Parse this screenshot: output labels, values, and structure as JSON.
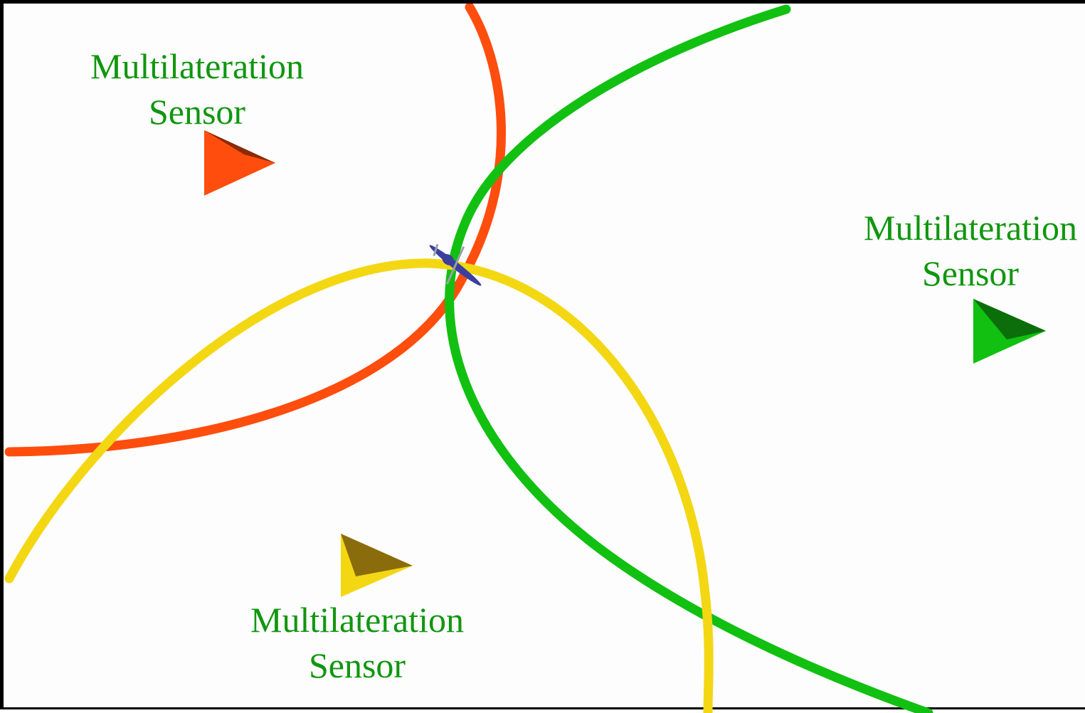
{
  "sensors": [
    {
      "id": "orange",
      "label_line1": "Multilateration",
      "label_line2": "Sensor",
      "color": "#ff4d0d",
      "shade": "#8a2a08"
    },
    {
      "id": "green",
      "label_line1": "Multilateration",
      "label_line2": "Sensor",
      "color": "#11c011",
      "shade": "#0b6e0b"
    },
    {
      "id": "yellow",
      "label_line1": "Multilateration",
      "label_line2": "Sensor",
      "color": "#f4d713",
      "shade": "#8a6c0c"
    }
  ],
  "label_color": "#10960f",
  "aircraft_color": "#3b3f9e",
  "icons": {
    "sensor": "sensor-triangle-icon",
    "aircraft": "aircraft-icon"
  }
}
